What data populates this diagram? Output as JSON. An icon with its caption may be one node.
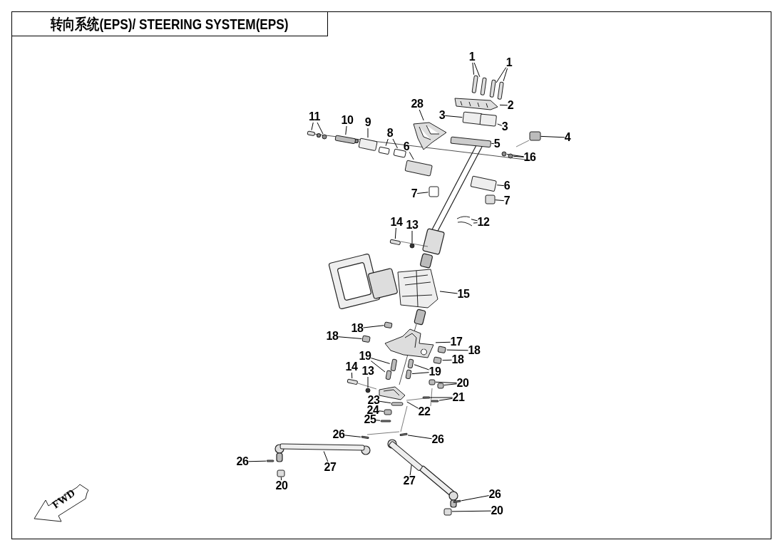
{
  "diagram": {
    "title": "转向系统(EPS)/ STEERING SYSTEM(EPS)",
    "nodes": [
      {
        "text": [
          "1"
        ]
      },
      {
        "text": [
          "1"
        ]
      },
      {
        "text": [
          "2"
        ]
      },
      {
        "text": [
          "28"
        ]
      },
      {
        "text": [
          "11"
        ]
      },
      {
        "text": [
          "3"
        ]
      },
      {
        "text": [
          "10"
        ]
      },
      {
        "text": [
          "3"
        ]
      },
      {
        "text": [
          "9"
        ]
      },
      {
        "text": [
          "4"
        ]
      },
      {
        "text": [
          "8"
        ]
      },
      {
        "text": [
          "5"
        ]
      },
      {
        "text": [
          "6"
        ]
      },
      {
        "text": [
          "16"
        ]
      },
      {
        "text": [
          "6"
        ]
      },
      {
        "text": [
          "7"
        ]
      },
      {
        "text": [
          "7"
        ]
      },
      {
        "text": [
          "12"
        ]
      },
      {
        "text": [
          "14"
        ]
      },
      {
        "text": [
          "13"
        ]
      },
      {
        "text": [
          "15"
        ]
      },
      {
        "text": [
          "18"
        ]
      },
      {
        "text": [
          "18"
        ]
      },
      {
        "text": [
          "17"
        ]
      },
      {
        "text": [
          "18"
        ]
      },
      {
        "text": [
          "19"
        ]
      },
      {
        "text": [
          "18"
        ]
      },
      {
        "text": [
          "14"
        ]
      },
      {
        "text": [
          "13"
        ]
      },
      {
        "text": [
          "19"
        ]
      },
      {
        "text": [
          "20"
        ]
      },
      {
        "text": [
          "21"
        ]
      },
      {
        "text": [
          "23"
        ]
      },
      {
        "text": [
          "24"
        ]
      },
      {
        "text": [
          "22"
        ]
      },
      {
        "text": [
          "25"
        ]
      },
      {
        "text": [
          "26"
        ]
      },
      {
        "text": [
          "26"
        ]
      },
      {
        "text": [
          "26"
        ]
      },
      {
        "text": [
          "27"
        ]
      },
      {
        "text": [
          "27"
        ]
      },
      {
        "text": [
          "20"
        ]
      },
      {
        "text": [
          "26"
        ]
      },
      {
        "text": [
          "20"
        ]
      },
      {
        "text": [
          "FWD"
        ]
      },
      {
        "text": [],
        "shape": "box"
      },
      {
        "text": [],
        "shape": "box"
      },
      {
        "text": [],
        "shape": "box"
      },
      {
        "text": [],
        "shape": "box"
      },
      {
        "text": [],
        "shape": "picture"
      },
      {
        "text": [],
        "shape": "picture"
      },
      {
        "text": [],
        "shape": "box"
      },
      {
        "text": [],
        "shape": "circle"
      },
      {
        "text": [],
        "shape": "box"
      },
      {
        "text": [],
        "shape": "box"
      },
      {
        "text": [],
        "shape": "box"
      },
      {
        "text": [],
        "shape": "box"
      },
      {
        "text": [],
        "shape": "box"
      },
      {
        "text": [],
        "shape": "box"
      },
      {
        "text": [],
        "shape": "box"
      },
      {
        "text": [],
        "shape": "box"
      },
      {
        "text": [],
        "shape": "box"
      },
      {
        "text": [],
        "shape": "circle"
      },
      {
        "text": [],
        "shape": "circle"
      },
      {
        "text": [],
        "shape": "box"
      },
      {
        "text": [],
        "shape": "box"
      },
      {
        "text": [],
        "shape": "box"
      },
      {
        "text": [],
        "shape": "picture"
      },
      {
        "text": [],
        "shape": "picture"
      },
      {
        "text": [],
        "shape": "box"
      },
      {
        "text": [],
        "shape": "circle"
      },
      {
        "text": [],
        "shape": "picture"
      },
      {
        "text": [],
        "shape": "box"
      },
      {
        "text": [],
        "shape": "box"
      },
      {
        "text": [],
        "shape": "picture"
      },
      {
        "text": [],
        "shape": "box"
      },
      {
        "text": [],
        "shape": "box"
      },
      {
        "text": [],
        "shape": "box"
      },
      {
        "text": [],
        "shape": "box"
      },
      {
        "text": [],
        "shape": "box"
      },
      {
        "text": [],
        "shape": "circle"
      },
      {
        "text": [],
        "shape": "box"
      },
      {
        "text": [],
        "shape": "box"
      },
      {
        "text": [],
        "shape": "box"
      },
      {
        "text": [],
        "shape": "box"
      },
      {
        "text": [],
        "shape": "box"
      },
      {
        "text": [],
        "shape": "box"
      },
      {
        "text": [],
        "shape": "box"
      },
      {
        "text": [],
        "shape": "box"
      },
      {
        "text": [],
        "shape": "picture"
      },
      {
        "text": [],
        "shape": "box"
      },
      {
        "text": [],
        "shape": "box"
      },
      {
        "text": [],
        "shape": "box"
      },
      {
        "text": [],
        "shape": "box"
      },
      {
        "text": [],
        "shape": "box"
      },
      {
        "text": [],
        "shape": "box"
      },
      {
        "text": [],
        "shape": "box"
      },
      {
        "text": [],
        "shape": "box"
      },
      {
        "text": [],
        "shape": "box"
      }
    ],
    "edges": [
      {
        "from": 0,
        "to": 45,
        "arrow": "none"
      },
      {
        "from": 0,
        "to": 46,
        "arrow": "none"
      },
      {
        "from": 1,
        "to": 47,
        "arrow": "none"
      },
      {
        "from": 1,
        "to": 48,
        "arrow": "none"
      },
      {
        "from": 2,
        "to": 49,
        "arrow": "none"
      },
      {
        "from": 3,
        "to": 50,
        "arrow": "none"
      },
      {
        "from": 4,
        "to": 51,
        "arrow": "none"
      },
      {
        "from": 4,
        "to": 52,
        "arrow": "none"
      },
      {
        "from": 5,
        "to": 53,
        "arrow": "none"
      },
      {
        "from": 6,
        "to": 54,
        "arrow": "none"
      },
      {
        "from": 7,
        "to": 55,
        "arrow": "none"
      },
      {
        "from": 8,
        "to": 56,
        "arrow": "none"
      },
      {
        "from": 9,
        "to": 57,
        "arrow": "none"
      },
      {
        "from": 10,
        "to": 58,
        "arrow": "none"
      },
      {
        "from": 10,
        "to": 59,
        "arrow": "none"
      },
      {
        "from": 11,
        "to": 60,
        "arrow": "none"
      },
      {
        "from": 12,
        "to": 61,
        "arrow": "none"
      },
      {
        "from": 13,
        "to": 62,
        "arrow": "none"
      },
      {
        "from": 13,
        "to": 63,
        "arrow": "none"
      },
      {
        "from": 14,
        "to": 64,
        "arrow": "none"
      },
      {
        "from": 15,
        "to": 65,
        "arrow": "none"
      },
      {
        "from": 16,
        "to": 66,
        "arrow": "none"
      },
      {
        "from": 17,
        "to": 67,
        "arrow": "none"
      },
      {
        "from": 17,
        "to": 68,
        "arrow": "none"
      },
      {
        "from": 18,
        "to": 69,
        "arrow": "none"
      },
      {
        "from": 19,
        "to": 70,
        "arrow": "none"
      },
      {
        "from": 20,
        "to": 71,
        "arrow": "none"
      },
      {
        "from": 21,
        "to": 72,
        "arrow": "none"
      },
      {
        "from": 22,
        "to": 73,
        "arrow": "none"
      },
      {
        "from": 23,
        "to": 74,
        "arrow": "none"
      },
      {
        "from": 24,
        "to": 75,
        "arrow": "none"
      },
      {
        "from": 25,
        "to": 76,
        "arrow": "none"
      },
      {
        "from": 25,
        "to": 77,
        "arrow": "none"
      },
      {
        "from": 26,
        "to": 78,
        "arrow": "none"
      },
      {
        "from": 27,
        "to": 79,
        "arrow": "none"
      },
      {
        "from": 28,
        "to": 80,
        "arrow": "none"
      },
      {
        "from": 29,
        "to": 81,
        "arrow": "none"
      },
      {
        "from": 29,
        "to": 82,
        "arrow": "none"
      },
      {
        "from": 30,
        "to": 83,
        "arrow": "none"
      },
      {
        "from": 30,
        "to": 84,
        "arrow": "none"
      },
      {
        "from": 31,
        "to": 85,
        "arrow": "none"
      },
      {
        "from": 31,
        "to": 86,
        "arrow": "none"
      },
      {
        "from": 32,
        "to": 87,
        "arrow": "none"
      },
      {
        "from": 33,
        "to": 88,
        "arrow": "none"
      },
      {
        "from": 34,
        "to": 89,
        "arrow": "none"
      },
      {
        "from": 35,
        "to": 90,
        "arrow": "none"
      },
      {
        "from": 36,
        "to": 91,
        "arrow": "none"
      },
      {
        "from": 37,
        "to": 92,
        "arrow": "none"
      },
      {
        "from": 38,
        "to": 93,
        "arrow": "none"
      },
      {
        "from": 39,
        "to": 94,
        "arrow": "none"
      },
      {
        "from": 40,
        "to": 95,
        "arrow": "none"
      },
      {
        "from": 41,
        "to": 96,
        "arrow": "none"
      },
      {
        "from": 42,
        "to": 97,
        "arrow": "none"
      },
      {
        "from": 43,
        "to": 98,
        "arrow": "none"
      }
    ]
  }
}
